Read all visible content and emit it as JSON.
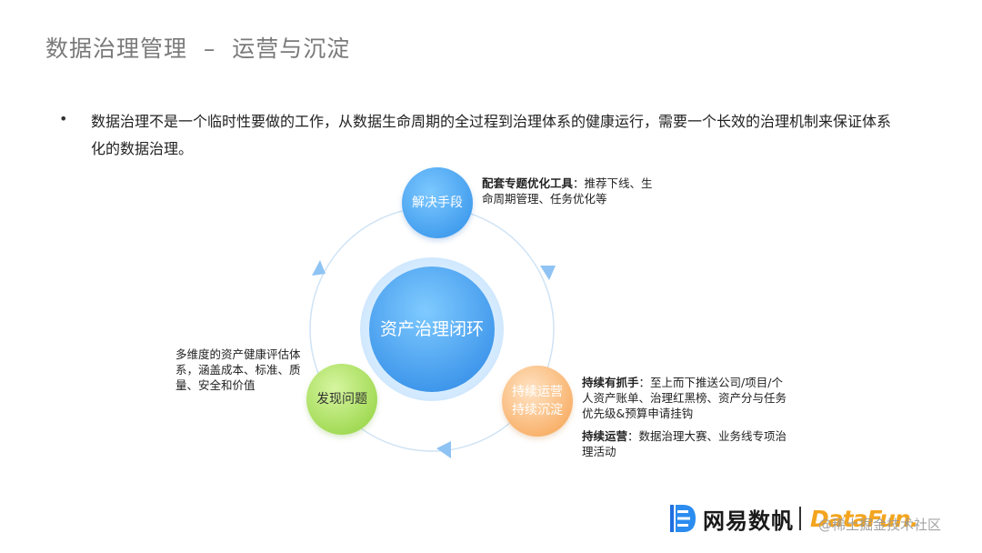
{
  "slide": {
    "title": "数据治理管理  –  运营与沉淀",
    "bullet": "数据治理不是一个临时性要做的工作，从数据生命周期的全过程到治理体系的健康运行，需要一个长效的治理机制来保证体系化的数据治理。"
  },
  "cycle": {
    "center": "资产治理闭环",
    "top_node": "解决手段",
    "right_node_line1": "持续运营",
    "right_node_line2": "持续沉淀",
    "left_node": "发现问题"
  },
  "notes": {
    "top_bold": "配套专题优化工具",
    "top_rest": "：推荐下线、生命周期管理、任务优化等",
    "left": "多维度的资产健康评估体系，涵盖成本、标准、质量、安全和价值",
    "right1_bold": "持续有抓手",
    "right1_rest": "：至上而下推送公司/项目/个人资产账单、治理红黑榜、资产分与任务优先级&预算申请挂钩",
    "right2_bold": "持续运营",
    "right2_rest": "：数据治理大赛、业务线专项治理活动"
  },
  "footer": {
    "brand": "网易数帆",
    "partner": "DataFun.",
    "watermark": "@稀土掘金技术社区"
  },
  "colors": {
    "blue": "#2f8fe8",
    "orange": "#f6a04c",
    "green": "#8fd13a",
    "arc": "#cfe3f5",
    "arrow": "#8fc3f3"
  }
}
